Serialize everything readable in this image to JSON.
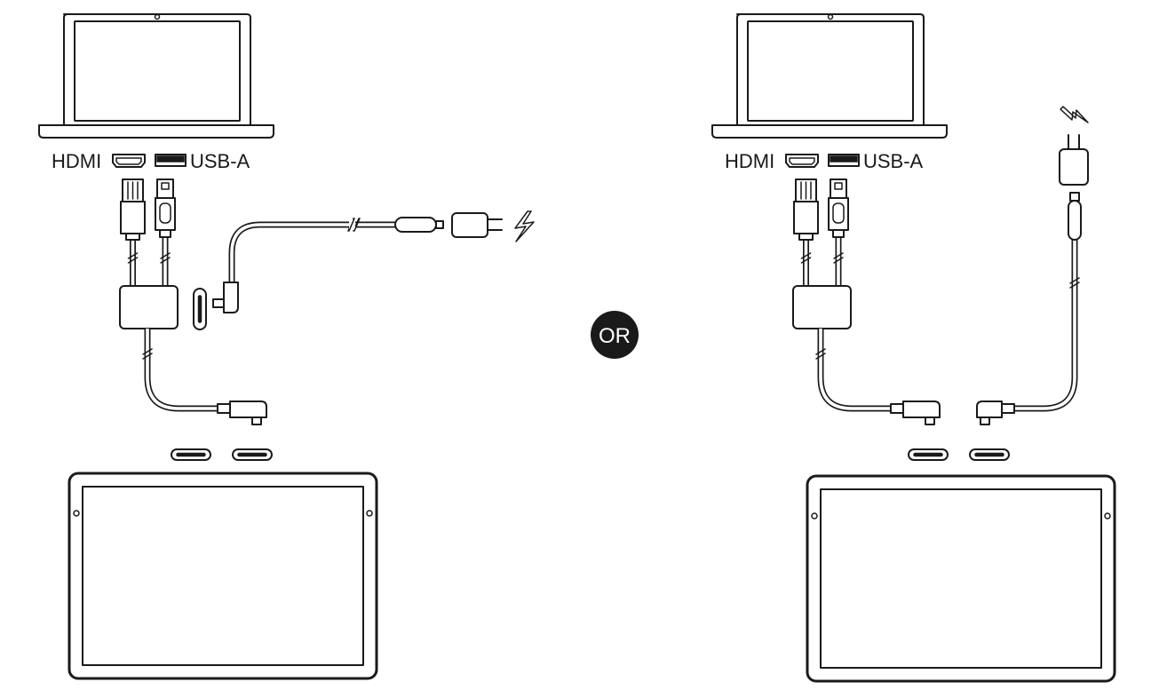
{
  "colors": {
    "line": "#1a1a1a",
    "background": "#ffffff",
    "or_badge": "#1a1a1a",
    "or_text": "#ffffff"
  },
  "left_setup": {
    "laptop_ports": {
      "hdmi_label": "HDMI",
      "usb_label": "USB-A"
    },
    "icons": [
      "laptop-icon",
      "hdmi-port-icon",
      "usb-a-port-icon",
      "hdmi-plug-icon",
      "usb-a-plug-icon",
      "adapter-hub-icon",
      "usb-c-port-icon",
      "usb-c-plug-icon",
      "power-adapter-icon",
      "lightning-icon",
      "portable-monitor-icon"
    ]
  },
  "separator": {
    "label": "OR"
  },
  "right_setup": {
    "laptop_ports": {
      "hdmi_label": "HDMI",
      "usb_label": "USB-A"
    },
    "icons": [
      "laptop-icon",
      "hdmi-port-icon",
      "usb-a-port-icon",
      "hdmi-plug-icon",
      "usb-a-plug-icon",
      "adapter-hub-icon",
      "wall-charger-icon",
      "lightning-icon",
      "usb-c-plug-icon",
      "portable-monitor-icon"
    ]
  }
}
